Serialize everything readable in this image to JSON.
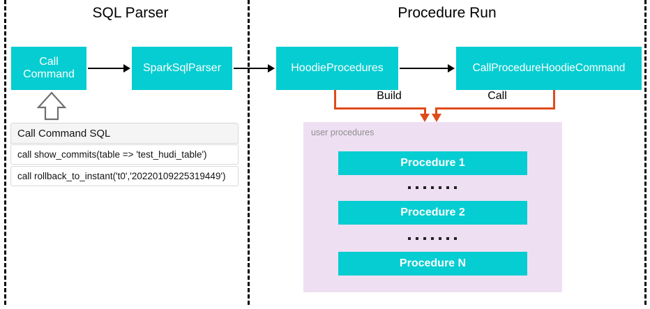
{
  "diagram": {
    "sections": [
      {
        "title": "SQL Parser"
      },
      {
        "title": "Procedure Run"
      }
    ],
    "nodes": [
      {
        "id": "call-command",
        "label": "Call\nCommand"
      },
      {
        "id": "spark-sql-parser",
        "label": "SparkSqlParser"
      },
      {
        "id": "hoodie-procedures",
        "label": "HoodieProcedures"
      },
      {
        "id": "call-procedure-hoodie-command",
        "label": "CallProcedureHoodieCommand"
      }
    ],
    "edge_labels": [
      {
        "id": "build",
        "label": "Build"
      },
      {
        "id": "call",
        "label": "Call"
      }
    ],
    "sql_table": {
      "header": "Call Command SQL",
      "rows": [
        "call show_commits(table => 'test_hudi_table')",
        "call rollback_to_instant('t0','20220109225319449')"
      ]
    },
    "procedures_panel": {
      "label": "user procedures",
      "items": [
        {
          "label": "Procedure 1"
        },
        {
          "label": "Procedure 2"
        },
        {
          "label": "Procedure N"
        }
      ],
      "ellipsis_dot_count": 7
    },
    "colors": {
      "node_fill": "#06CDD1",
      "node_text": "#FFFFFF",
      "panel_fill": "#EFDFF3",
      "panel_label_text": "#8E8E8E",
      "connector_black": "#000000",
      "connector_orange": "#DF4B1B",
      "divider": "#000000",
      "table_header_fill": "#F5F5F5",
      "background": "#FFFFFF"
    }
  }
}
